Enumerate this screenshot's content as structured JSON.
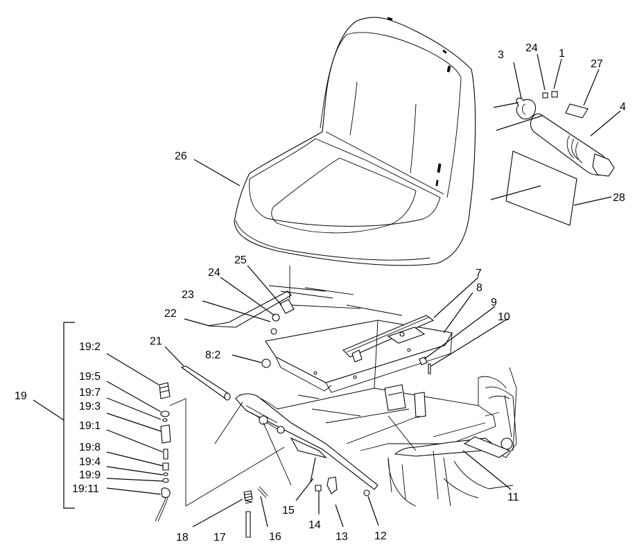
{
  "callouts": [
    {
      "id": "c1",
      "text": "1"
    },
    {
      "id": "c3",
      "text": "3"
    },
    {
      "id": "c24a",
      "text": "24"
    },
    {
      "id": "c27",
      "text": "27"
    },
    {
      "id": "c4",
      "text": "4"
    },
    {
      "id": "c26",
      "text": "26"
    },
    {
      "id": "c28",
      "text": "28"
    },
    {
      "id": "c25",
      "text": "25"
    },
    {
      "id": "c24b",
      "text": "24"
    },
    {
      "id": "c7",
      "text": "7"
    },
    {
      "id": "c8",
      "text": "8"
    },
    {
      "id": "c23",
      "text": "23"
    },
    {
      "id": "c9",
      "text": "9"
    },
    {
      "id": "c22",
      "text": "22"
    },
    {
      "id": "c10",
      "text": "10"
    },
    {
      "id": "c21",
      "text": "21"
    },
    {
      "id": "c8_2",
      "text": "8:2"
    },
    {
      "id": "c19_2",
      "text": "19:2"
    },
    {
      "id": "c19_5",
      "text": "19:5"
    },
    {
      "id": "c19_7",
      "text": "19:7"
    },
    {
      "id": "c19",
      "text": "19"
    },
    {
      "id": "c19_3",
      "text": "19:3"
    },
    {
      "id": "c19_1",
      "text": "19:1"
    },
    {
      "id": "c19_8",
      "text": "19:8"
    },
    {
      "id": "c19_4",
      "text": "19:4"
    },
    {
      "id": "c19_9",
      "text": "19:9"
    },
    {
      "id": "c19_11",
      "text": "19:11"
    },
    {
      "id": "c11",
      "text": "11"
    },
    {
      "id": "c15",
      "text": "15"
    },
    {
      "id": "c14",
      "text": "14"
    },
    {
      "id": "c18",
      "text": "18"
    },
    {
      "id": "c17",
      "text": "17"
    },
    {
      "id": "c16",
      "text": "16"
    },
    {
      "id": "c13",
      "text": "13"
    },
    {
      "id": "c12",
      "text": "12"
    }
  ]
}
